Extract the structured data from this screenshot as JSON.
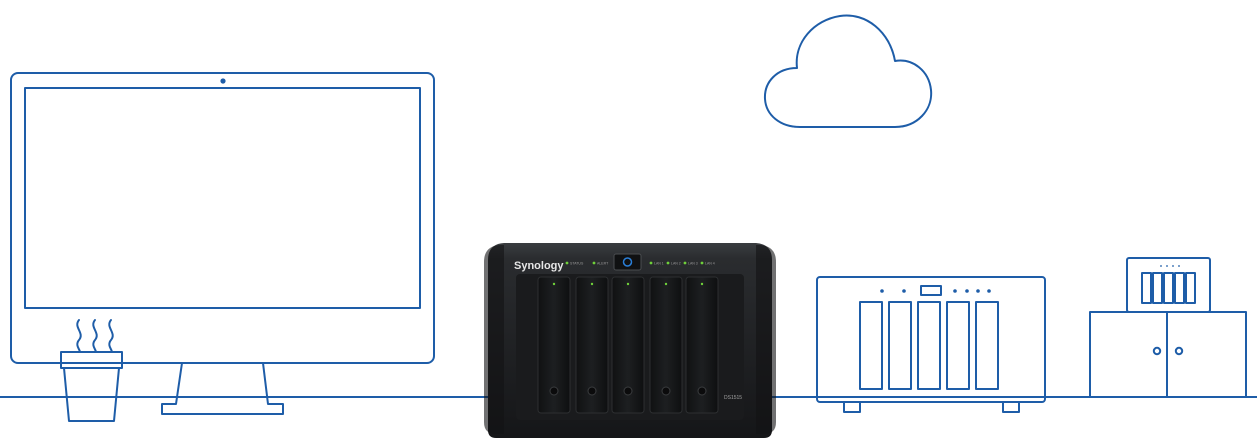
{
  "colors": {
    "line": "#1e5da8",
    "nas_body": "#222426",
    "nas_bay": "#161719",
    "nas_led": "#6fd03a",
    "nas_power": "#2a7fd8"
  },
  "nas": {
    "brand": "Synology",
    "model": "DS1515",
    "indicators": [
      "STATUS",
      "ALERT",
      "LAN 1",
      "LAN 2",
      "LAN 3",
      "LAN 4"
    ]
  }
}
